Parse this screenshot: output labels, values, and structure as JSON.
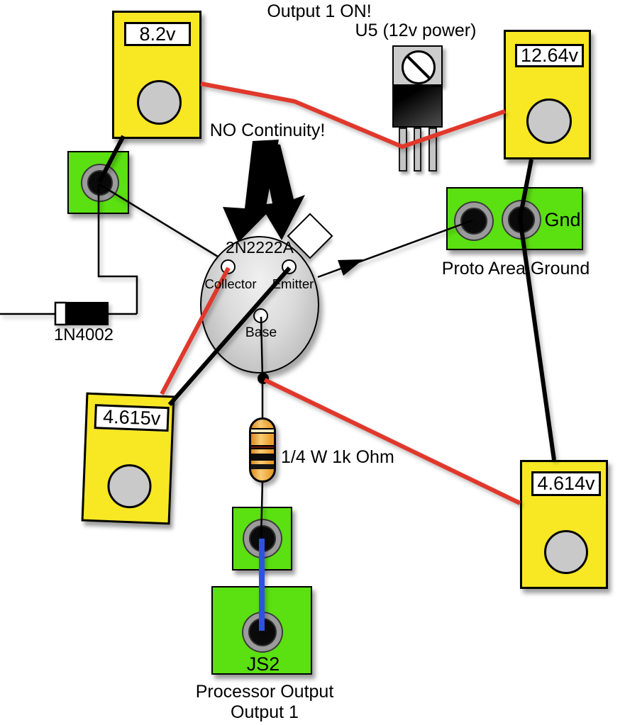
{
  "labels": {
    "output_status": "Output 1 ON!",
    "u5_label": "U5 (12v power)",
    "no_continuity": "NO Continuity!",
    "transistor_name": "2N2222A",
    "pin_collector": "Collector",
    "pin_emitter": "Emitter",
    "pin_base": "Base",
    "gnd": "Gnd",
    "proto_area_ground": "Proto Area Ground",
    "diode_label": "1N4002",
    "resistor_label": "1/4 W 1k Ohm",
    "js2": "JS2",
    "processor_output_line1": "Processor Output",
    "processor_output_line2": "Output 1"
  },
  "meters": {
    "top_left": {
      "reading": "8.2v"
    },
    "top_right": {
      "reading": "12.64v"
    },
    "mid_left": {
      "reading": "4.615v"
    },
    "bottom_right": {
      "reading": "4.614v"
    }
  },
  "colors": {
    "meter_yellow": "#F8E723",
    "panel_green": "#5BE012",
    "wire_red": "#E0382B",
    "wire_blue": "#2B53E0",
    "wire_black": "#000000",
    "resistor_orange": "#EC9D2B",
    "dial_gray": "#C9C9C9"
  }
}
